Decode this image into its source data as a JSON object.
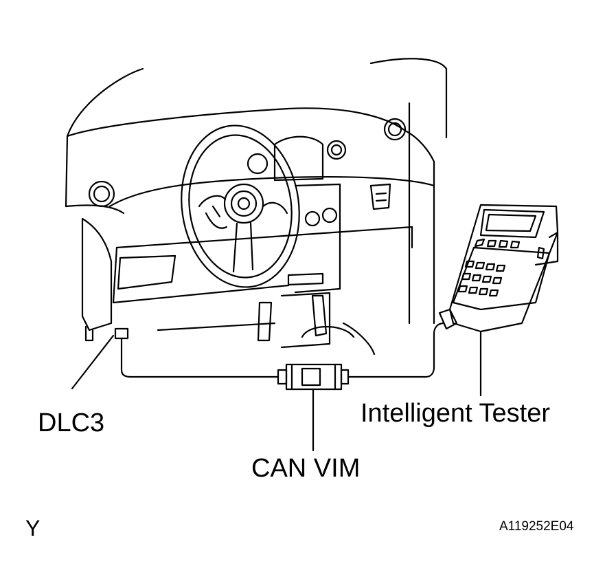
{
  "diagram": {
    "labels": {
      "dlc3": "DLC3",
      "can_vim": "CAN VIM",
      "intelligent_tester": "Intelligent Tester"
    },
    "corner_mark": "Y",
    "figure_code": "A119252E04"
  }
}
